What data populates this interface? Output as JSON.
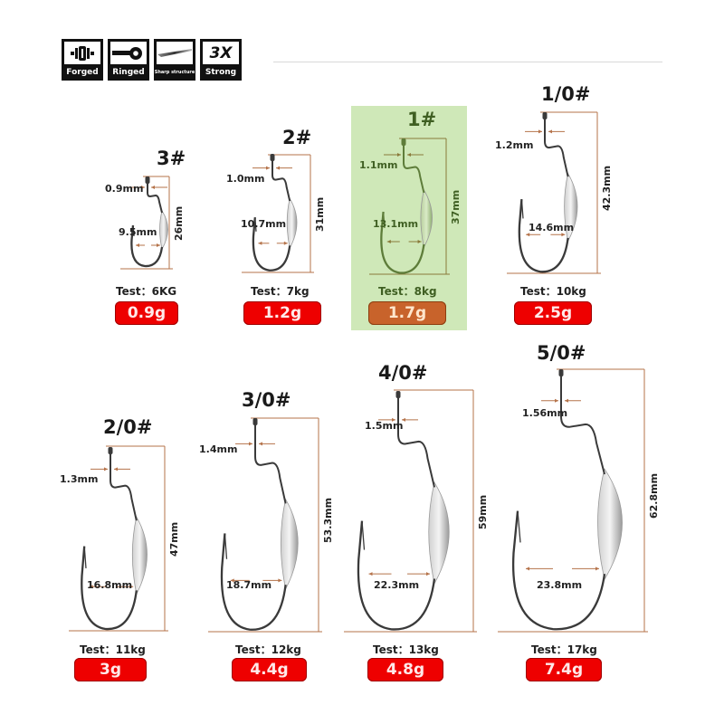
{
  "features": [
    {
      "label": "Forged",
      "icon": "forged-icon"
    },
    {
      "label": "Ringed",
      "icon": "ringed-icon"
    },
    {
      "label": "Sharp structure",
      "icon": "sharp-structure-icon"
    },
    {
      "label": "Strong",
      "icon": "strong-3x-icon",
      "glyph": "3X"
    }
  ],
  "colors": {
    "accent_red": "#ee0000",
    "highlight_green": "#cfe8b8",
    "highlight_orange": "#c8632b",
    "dimension_line": "#b5734a"
  },
  "hooks": [
    {
      "size": "3#",
      "wire": "0.9mm",
      "gap": "9.5mm",
      "length": "26mm",
      "test": "Test：6KG",
      "weight": "0.9g"
    },
    {
      "size": "2#",
      "wire": "1.0mm",
      "gap": "10.7mm",
      "length": "31mm",
      "test": "Test：7kg",
      "weight": "1.2g"
    },
    {
      "size": "1#",
      "wire": "1.1mm",
      "gap": "13.1mm",
      "length": "37mm",
      "test": "Test：8kg",
      "weight": "1.7g",
      "highlighted": true
    },
    {
      "size": "1/0#",
      "wire": "1.2mm",
      "gap": "14.6mm",
      "length": "42.3mm",
      "test": "Test：10kg",
      "weight": "2.5g"
    },
    {
      "size": "2/0#",
      "wire": "1.3mm",
      "gap": "16.8mm",
      "length": "47mm",
      "test": "Test：11kg",
      "weight": "3g"
    },
    {
      "size": "3/0#",
      "wire": "1.4mm",
      "gap": "18.7mm",
      "length": "53.3mm",
      "test": "Test：12kg",
      "weight": "4.4g"
    },
    {
      "size": "4/0#",
      "wire": "1.5mm",
      "gap": "22.3mm",
      "length": "59mm",
      "test": "Test：13kg",
      "weight": "4.8g"
    },
    {
      "size": "5/0#",
      "wire": "1.56mm",
      "gap": "23.8mm",
      "length": "62.8mm",
      "test": "Test：17kg",
      "weight": "7.4g"
    }
  ]
}
